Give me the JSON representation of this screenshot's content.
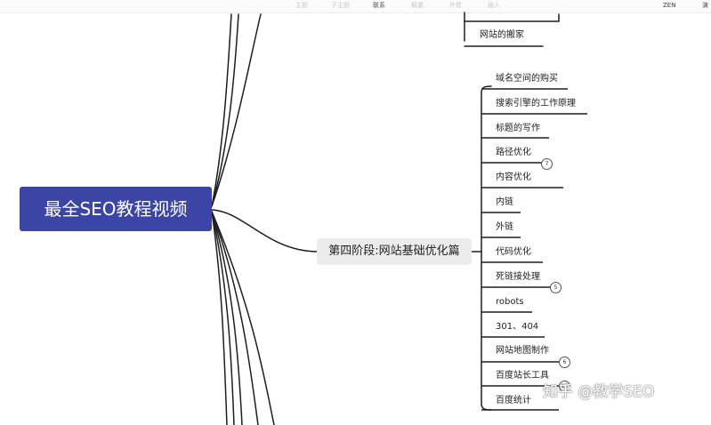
{
  "toolbar": {
    "items": [
      "主题",
      "子主题",
      "联系",
      "概要",
      "外框",
      "插入"
    ],
    "right": [
      "ZEN",
      "演"
    ]
  },
  "mindmap": {
    "root": "最全SEO教程视频",
    "top_node": "网站的搬家",
    "stage": "第四阶段:网站基础优化篇",
    "children": [
      "域名空间的购买",
      "搜索引擎的工作原理",
      "标题的写作",
      "路径优化",
      "内容优化",
      "内链",
      "外链",
      "代码优化",
      "死链接处理",
      "robots",
      "301、404",
      "网站地图制作",
      "百度站长工具",
      "百度统计"
    ],
    "badges": [
      "7",
      "5",
      "6",
      "13"
    ]
  },
  "watermark": "知乎 @教学SEO",
  "colors": {
    "root_bg": "#3b45a6",
    "stage_bg": "#ececec",
    "line": "#1e1e1e"
  }
}
